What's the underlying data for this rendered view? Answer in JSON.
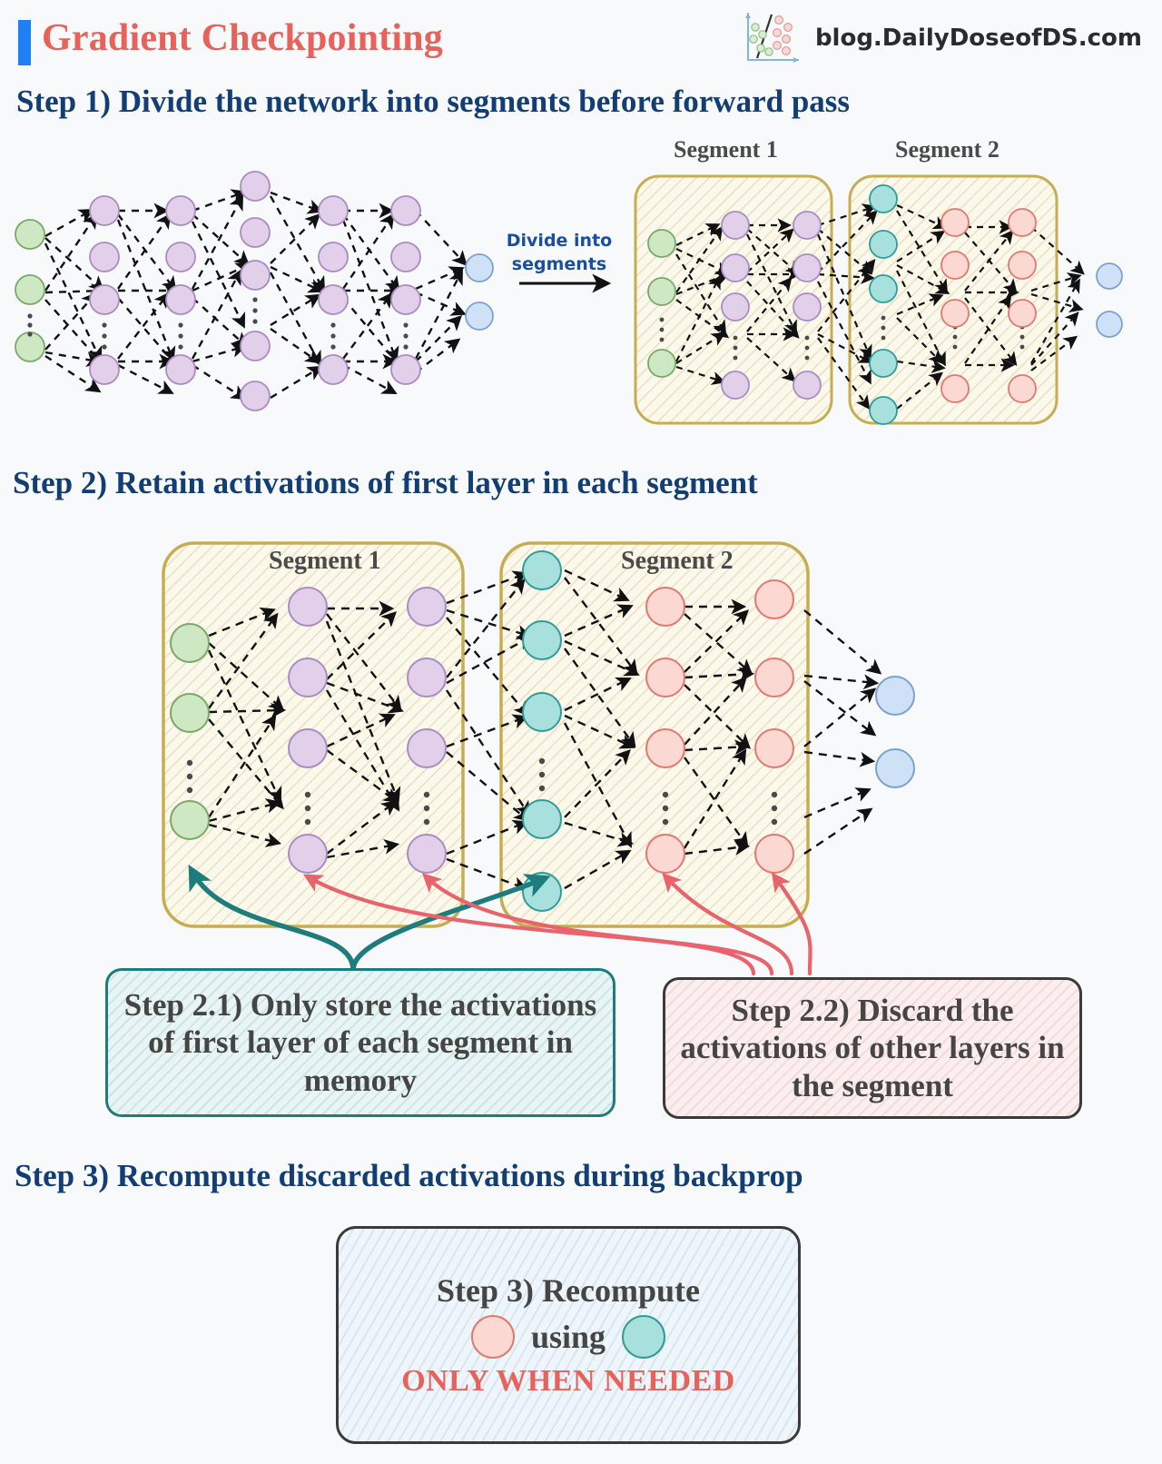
{
  "header": {
    "title": "Gradient Checkpointing",
    "accent_color": "#1f7ff5",
    "title_color": "#e8625c",
    "brand_text": "blog.DailyDoseofDS.com",
    "logo_icon": "scatter-plot-icon"
  },
  "steps": {
    "step1_heading": "Step 1) Divide the network into segments before forward pass",
    "step2_heading": "Step 2) Retain activations of first layer in each segment",
    "step3_heading": "Step 3) Recompute discarded activations during backprop"
  },
  "step1": {
    "divide_label_line1": "Divide  into",
    "divide_label_line2": "segments",
    "segment1_title": "Segment 1",
    "segment2_title": "Segment 2"
  },
  "step2": {
    "segment1_title": "Segment 1",
    "segment2_title": "Segment 2",
    "callout_21": "Step 2.1) Only store the activations of first layer of each segment in memory",
    "callout_22": "Step 2.2) Discard the activations of other layers in the segment"
  },
  "step3_box": {
    "line1": "Step 3) Recompute",
    "connector": "using",
    "line3": "ONLY WHEN NEEDED",
    "recompute_node_color": "#fbd8d2",
    "source_node_color": "#a8e0de"
  },
  "colors": {
    "background": "#f7f9fb",
    "heading_blue": "#123e74",
    "input_node": "#cfe8c4",
    "input_node_border": "#7aa86a",
    "hidden_node": "#e2cfe9",
    "hidden_node_border": "#a98cc0",
    "output_node": "#cfe1f7",
    "output_node_border": "#7ba2cf",
    "checkpoint_node": "#a8e0de",
    "checkpoint_node_border": "#2f9c97",
    "discarded_node": "#fbd8d2",
    "discarded_node_border": "#e0796e",
    "segment_border": "#c7ad52",
    "segment_fill": "#fbf8ec",
    "store_arrow": "#1d7d7d",
    "discard_arrow": "#e8636b"
  }
}
